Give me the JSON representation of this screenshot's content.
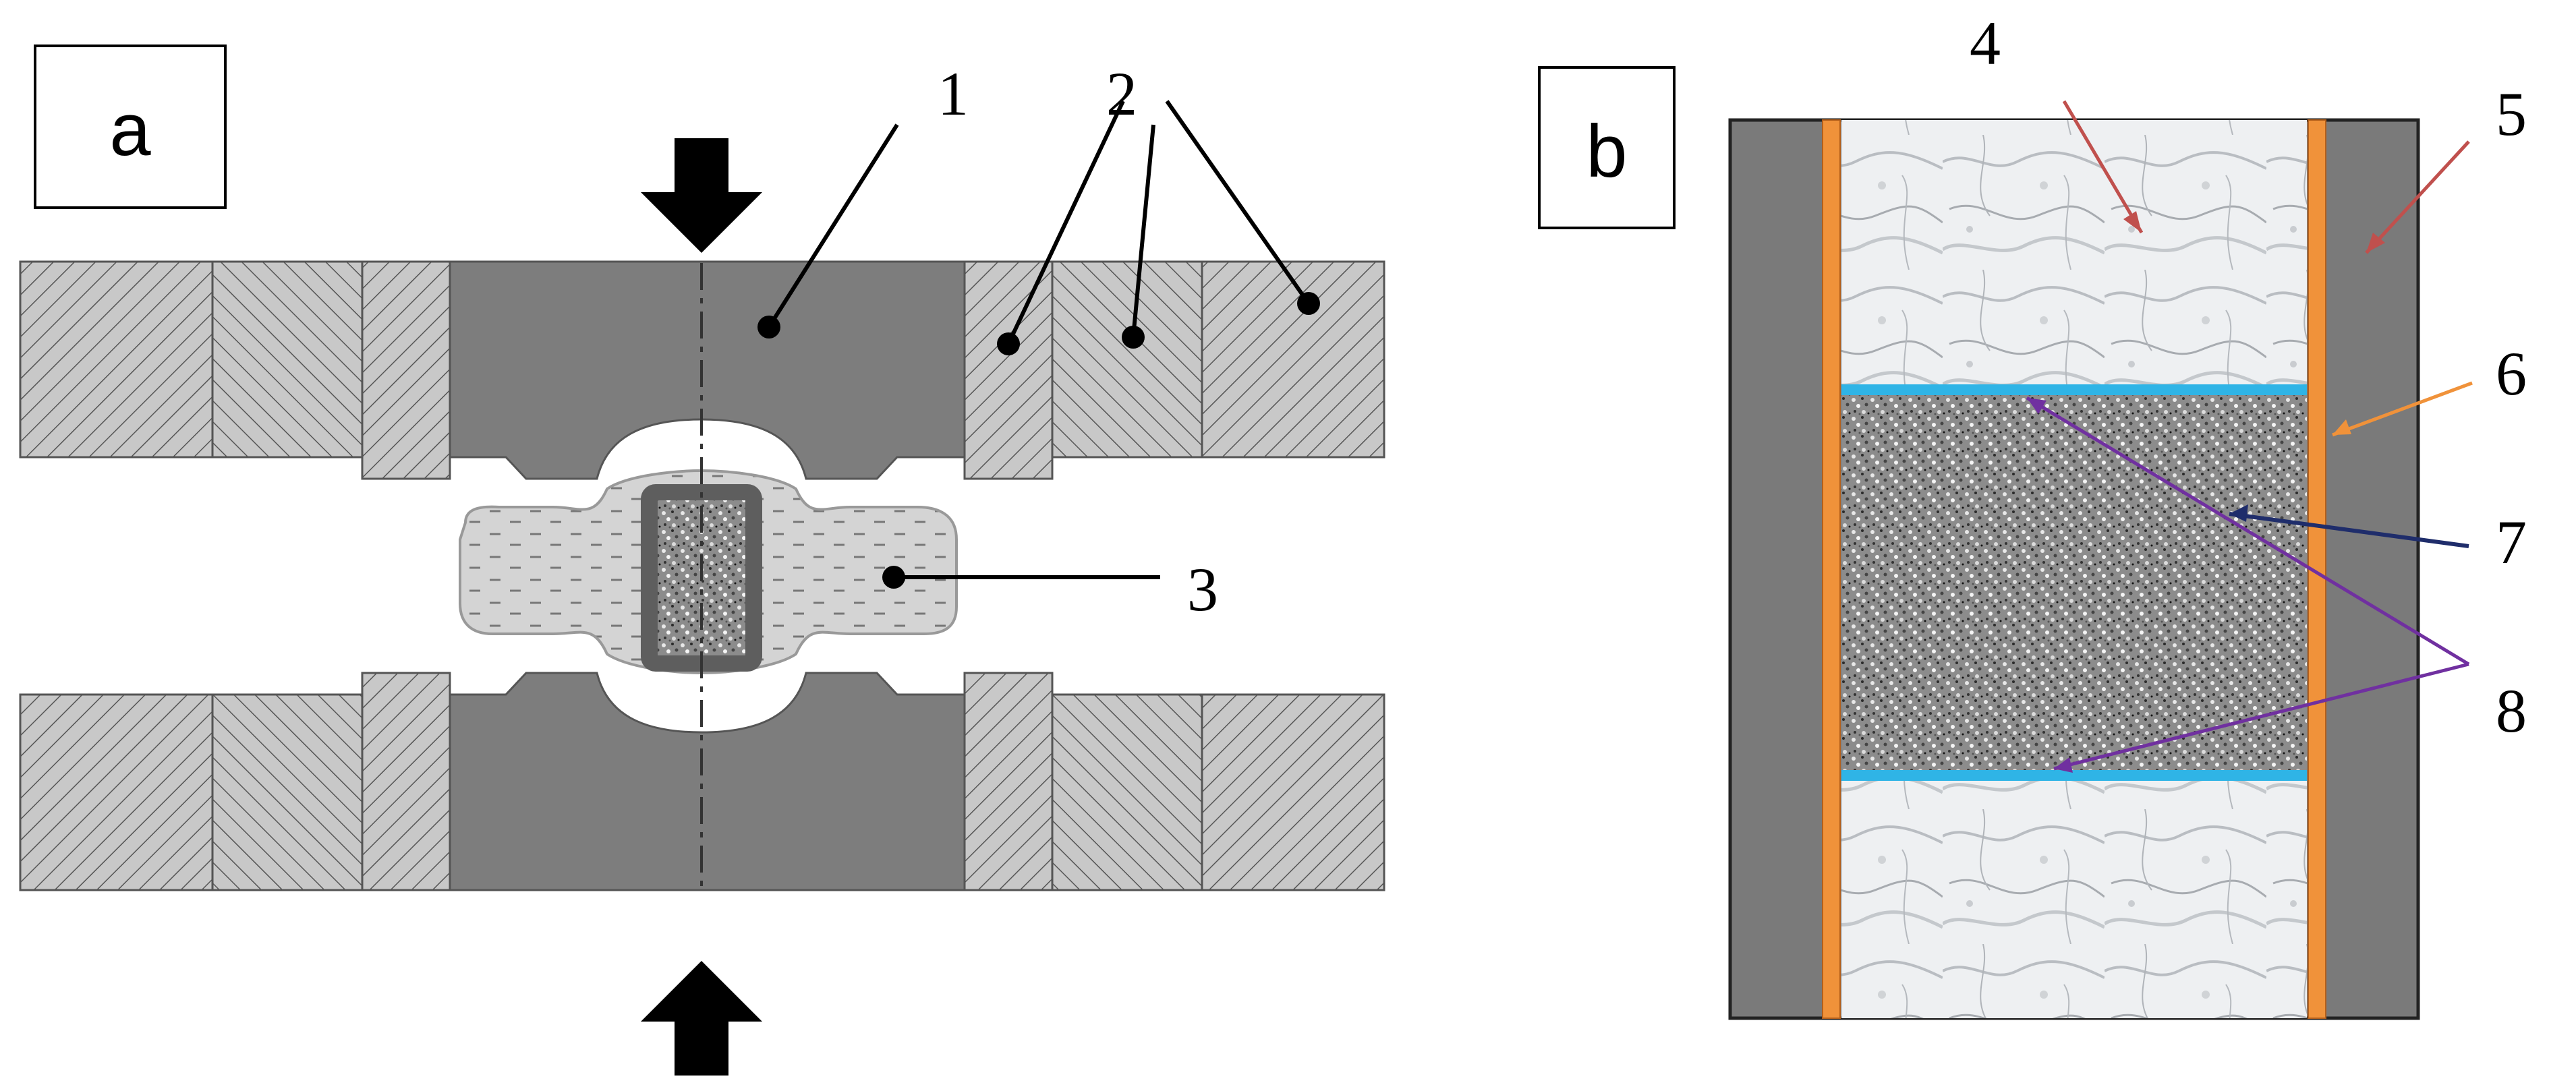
{
  "panels": {
    "a": {
      "label": "a"
    },
    "b": {
      "label": "b"
    }
  },
  "callouts": {
    "c1": "1",
    "c2": "2",
    "c3": "3",
    "c4": "4",
    "c5": "5",
    "c6": "6",
    "c7": "7",
    "c8": "8"
  },
  "colors": {
    "die_gray": "#7d7d7d",
    "hatch_bg": "#c8c8c8",
    "gasket_fill": "#d2d2d2",
    "orange_sleeve": "#f0923a",
    "cyan_layer": "#2fb4e6",
    "leader_red": "#c0504d",
    "leader_orange": "#f0923a",
    "leader_navy": "#1f2d6b",
    "leader_purple": "#7030a0"
  }
}
